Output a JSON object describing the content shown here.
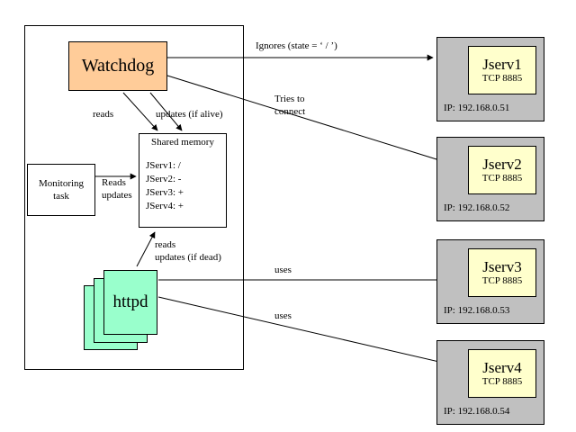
{
  "diagram": {
    "host_container": {
      "name": "host-server-boundary"
    },
    "watchdog": {
      "label": "Watchdog"
    },
    "shared_memory": {
      "title": "Shared memory",
      "entries": [
        "JServ1: /",
        "JServ2: -",
        "JServ3: +",
        "JServ4: +"
      ]
    },
    "monitoring_task": {
      "line1": "Monitoring",
      "line2": "task"
    },
    "httpd": {
      "label": "httpd"
    },
    "machines": [
      {
        "name": "Jserv1",
        "port": "TCP 8885",
        "ip": "IP: 192.168.0.51"
      },
      {
        "name": "Jserv2",
        "port": "TCP 8885",
        "ip": "IP: 192.168.0.52"
      },
      {
        "name": "Jserv3",
        "port": "TCP 8885",
        "ip": "IP: 192.168.0.53"
      },
      {
        "name": "Jserv4",
        "port": "TCP 8885",
        "ip": "IP: 192.168.0.54"
      }
    ],
    "edges": {
      "ignores": "Ignores (state = ‘ / ’)",
      "tries_line1": "Tries to",
      "tries_line2": "connect",
      "reads_watchdog": "reads",
      "updates_watchdog": "updates (if alive)",
      "reads_monitor_line1": "Reads",
      "reads_monitor_line2": "updates",
      "reads_httpd_line1": "reads",
      "reads_httpd_line2": "updates (if dead)",
      "uses_jserv3": "uses",
      "uses_jserv4": "uses"
    }
  },
  "colors": {
    "watchdog_fill": "#ffcc99",
    "httpd_fill": "#99ffcc",
    "machine_fill": "#c0c0c0",
    "jserv_fill": "#ffffcc",
    "stroke": "#000000",
    "background": "#ffffff"
  }
}
